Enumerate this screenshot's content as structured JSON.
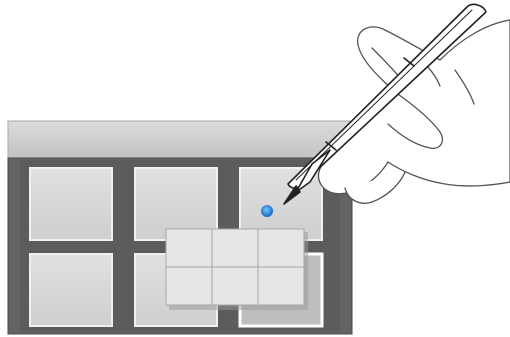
{
  "illustration": {
    "subject": "stylus-gesture-illustration",
    "colors": {
      "header": "#d0d0d0",
      "panel": "#646464",
      "panel_dark": "#4e4e4e",
      "tile": "#d8d8d8",
      "tile_edge": "#f2f2f2",
      "hover_dot": "#1e88e5",
      "hand_stroke": "#555555",
      "pen_stroke": "#222222"
    },
    "background_tiles": 6,
    "popup_grid": {
      "rows": 2,
      "cols": 3
    },
    "hover_indicator": "blue-dot"
  }
}
